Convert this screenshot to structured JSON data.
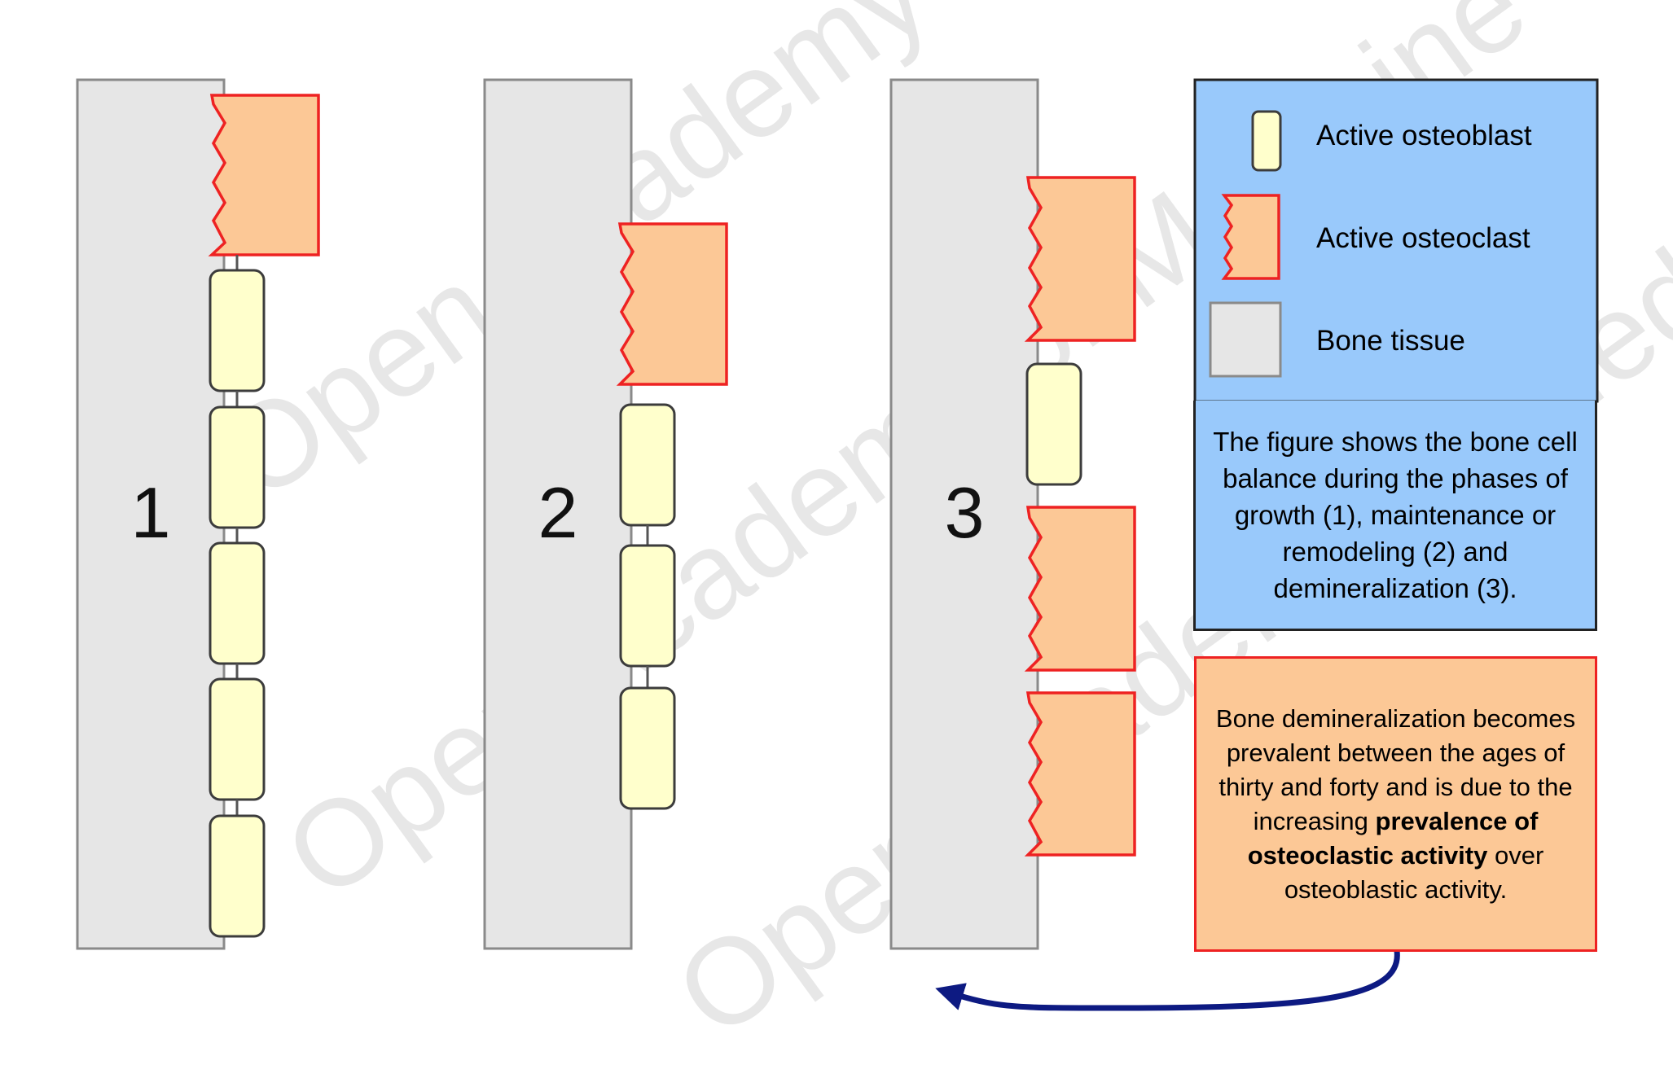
{
  "panels": [
    {
      "number": "1"
    },
    {
      "number": "2"
    },
    {
      "number": "3"
    }
  ],
  "legend": {
    "items": [
      {
        "label": "Active osteoblast",
        "icon": "osteoblast-icon"
      },
      {
        "label": "Active osteoclast",
        "icon": "osteoclast-icon"
      },
      {
        "label": "Bone tissue",
        "icon": "bone-tissue-icon"
      }
    ]
  },
  "caption": "The figure shows the bone cell balance during the phases of growth (1), maintenance or remodeling (2) and demineralization (3).",
  "note": {
    "before": "Bone demineralization becomes prevalent between the ages of thirty and forty and is due to the increasing ",
    "bold": "prevalence of osteoclastic activity",
    "after": " over osteoblastic activity."
  },
  "watermark": "Open Academy of Medicine",
  "colors": {
    "bone": "#e6e6e6",
    "osteoblast": "#ffffcc",
    "osteoclast_fill": "#fcc896",
    "osteoclast_stroke": "#ee2222",
    "legend_bg": "#99c9fb",
    "arrow": "#0d1a82"
  }
}
